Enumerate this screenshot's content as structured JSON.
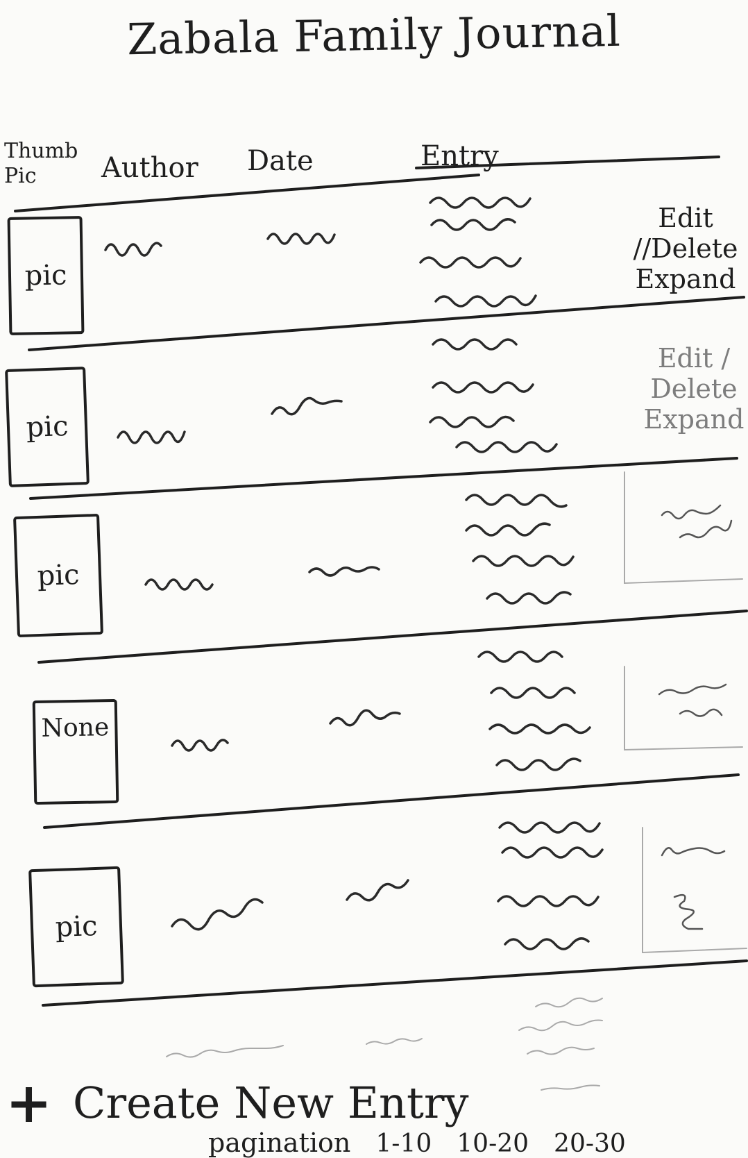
{
  "title": "Zabala Family Journal",
  "columns": {
    "thumb": [
      "Thumb",
      "Pic"
    ],
    "author": "Author",
    "date": "Date",
    "entry": "Entry"
  },
  "rows": [
    {
      "thumb": "pic",
      "actions": [
        "Edit //Delete",
        "Expand"
      ]
    },
    {
      "thumb": "pic",
      "actions": [
        "Edit / Delete",
        "Expand"
      ]
    },
    {
      "thumb": "pic",
      "actions": []
    },
    {
      "thumb": "None",
      "actions": []
    },
    {
      "thumb": "pic",
      "actions": []
    }
  ],
  "create_entry": {
    "icon": "plus-icon",
    "label": "Create New Entry"
  },
  "pagination": {
    "label": "pagination",
    "pages": [
      "1-10",
      "10-20",
      "20-30"
    ]
  }
}
